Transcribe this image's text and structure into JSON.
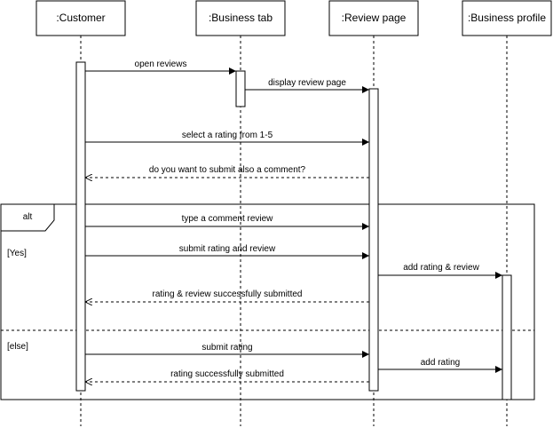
{
  "participants": [
    {
      "label": ":Customer"
    },
    {
      "label": ":Business tab"
    },
    {
      "label": ":Review page"
    },
    {
      "label": ":Business profile"
    }
  ],
  "messages": [
    {
      "label": "open reviews",
      "from": 0,
      "to": 1,
      "kind": "sync"
    },
    {
      "label": "display review page",
      "from": 1,
      "to": 2,
      "kind": "sync"
    },
    {
      "label": "select a rating from 1-5",
      "from": 0,
      "to": 2,
      "kind": "sync"
    },
    {
      "label": "do you want to submit also a comment?",
      "from": 2,
      "to": 0,
      "kind": "reply"
    },
    {
      "label": "type a comment review",
      "from": 0,
      "to": 2,
      "kind": "sync"
    },
    {
      "label": "submit rating and review",
      "from": 0,
      "to": 2,
      "kind": "sync"
    },
    {
      "label": "add rating & review",
      "from": 2,
      "to": 3,
      "kind": "sync"
    },
    {
      "label": "rating & review successfully submitted",
      "from": 2,
      "to": 0,
      "kind": "reply"
    },
    {
      "label": "submit rating",
      "from": 0,
      "to": 2,
      "kind": "sync"
    },
    {
      "label": "add rating",
      "from": 2,
      "to": 3,
      "kind": "sync"
    },
    {
      "label": "rating successfully submitted",
      "from": 2,
      "to": 0,
      "kind": "reply"
    }
  ],
  "fragment": {
    "operator": "alt",
    "guards": [
      "[Yes]",
      "[else]"
    ]
  },
  "colors": {
    "line": "#000000",
    "background": "#ffffff"
  }
}
